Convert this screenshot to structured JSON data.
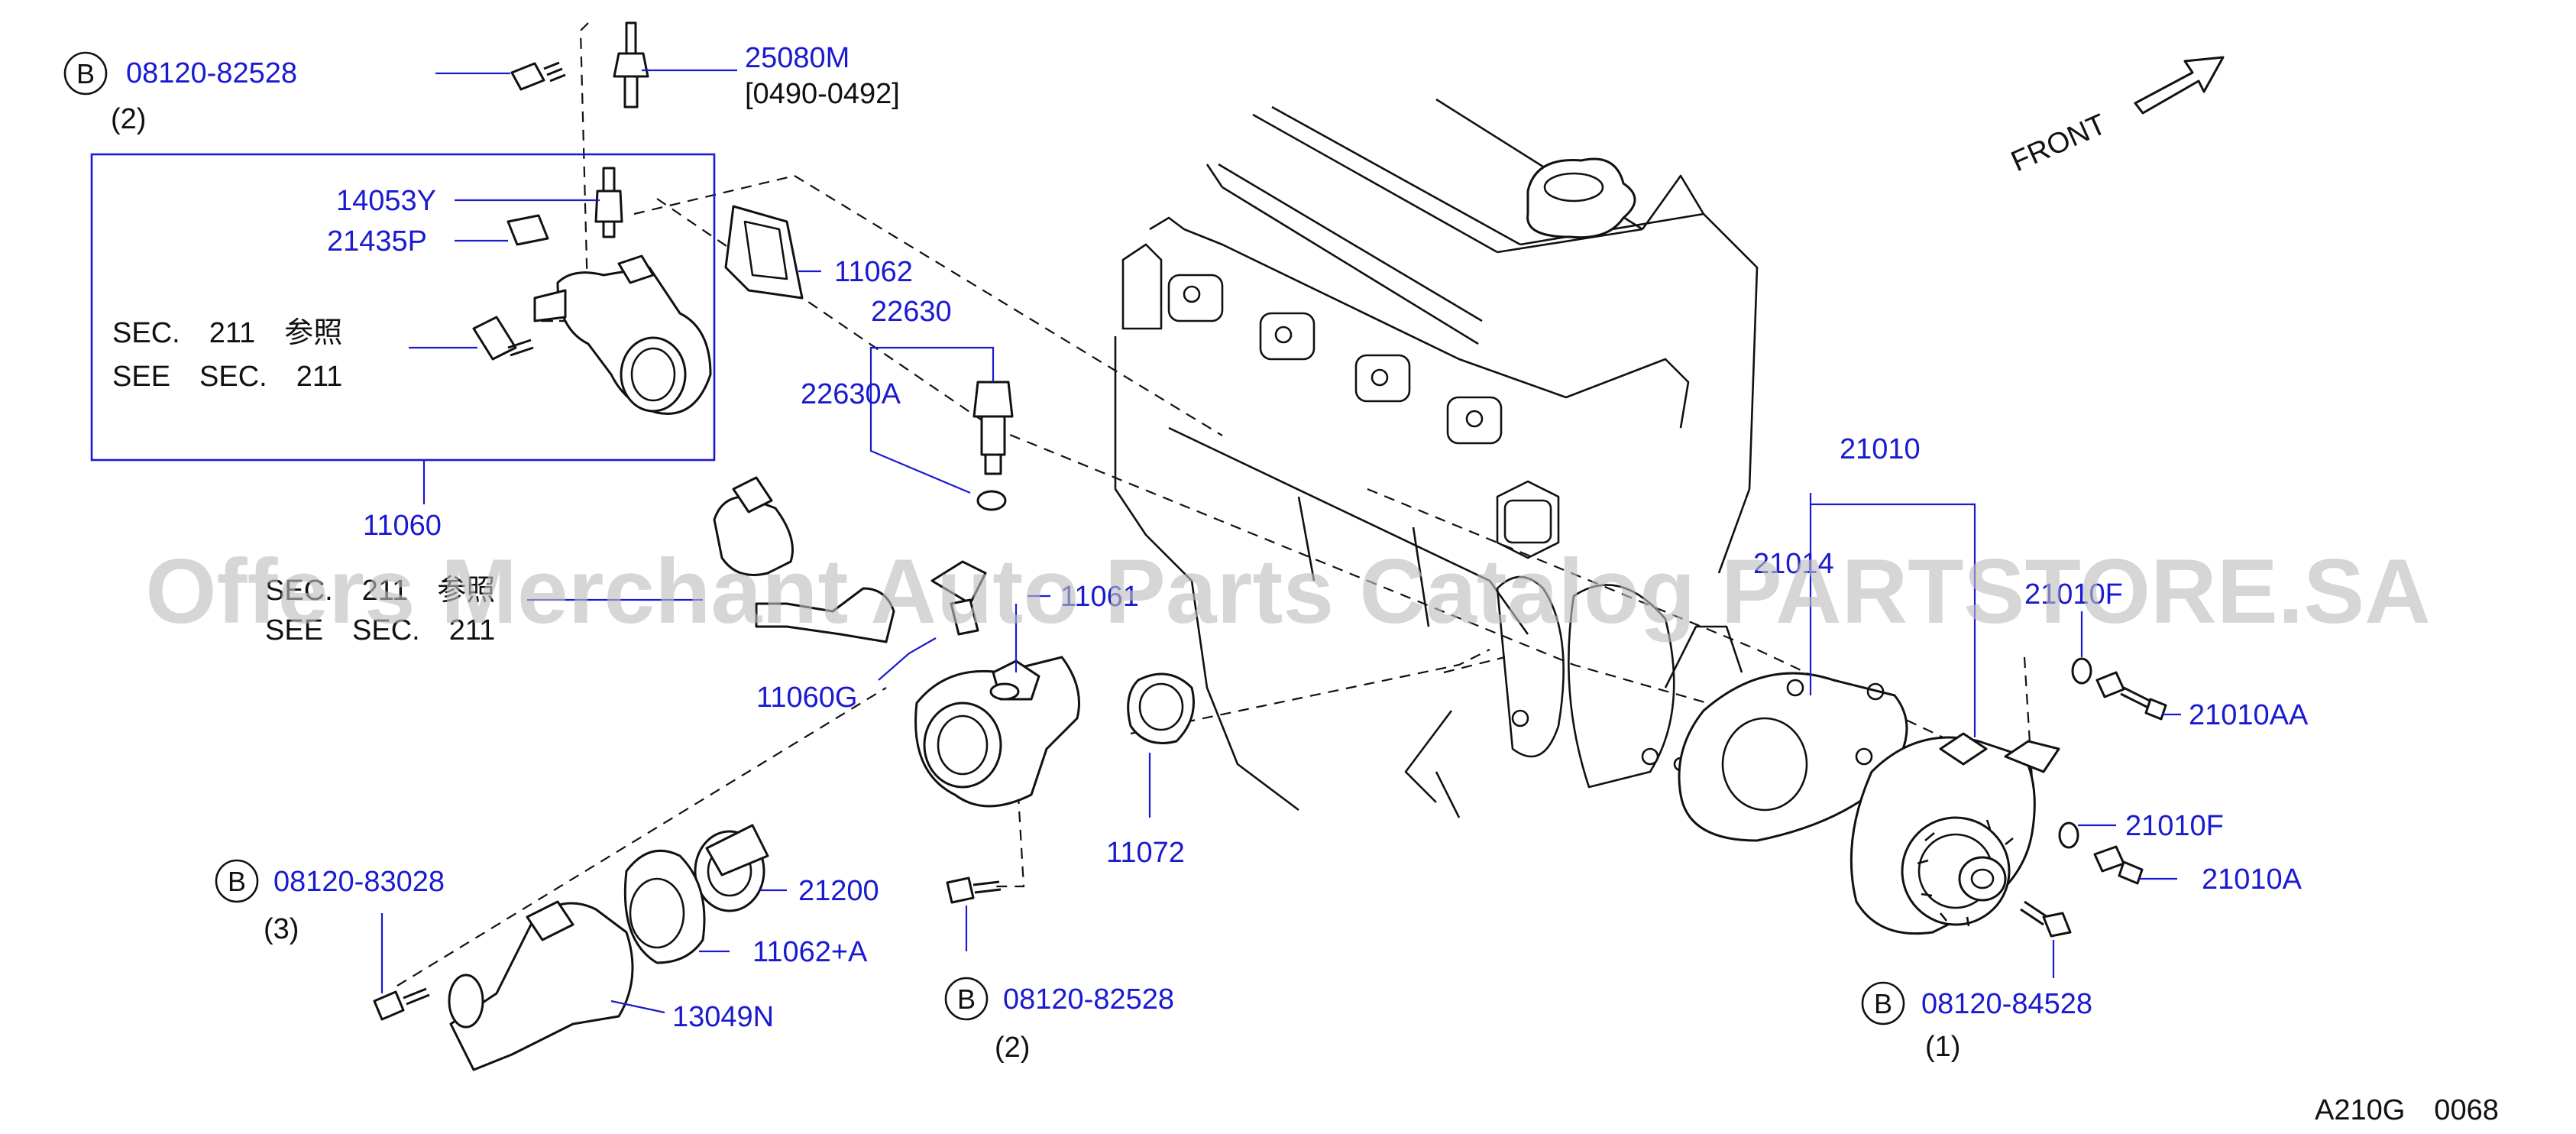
{
  "labels": {
    "p_08120_82528_top": "08120-82528",
    "q2_top": "(2)",
    "p_25080M": "25080M",
    "r_25080M": "[0490-0492]",
    "p_14053Y": "14053Y",
    "p_21435P": "21435P",
    "sec_jp_1": "SEC.　211　参照",
    "sec_en_1": "SEE　SEC.　211",
    "p_11062": "11062",
    "p_22630": "22630",
    "p_22630A": "22630A",
    "p_11060": "11060",
    "sec_jp_2": "SEC.　211　参照",
    "sec_en_2": "SEE　SEC.　211",
    "p_11061": "11061",
    "p_11060G": "11060G",
    "p_11072": "11072",
    "p_08120_83028": "08120-83028",
    "q3": "(3)",
    "p_21200": "21200",
    "p_11062A": "11062+A",
    "p_13049N": "13049N",
    "p_08120_82528_bot": "08120-82528",
    "q2_bot": "(2)",
    "p_21010": "21010",
    "p_21014": "21014",
    "p_21010F_top": "21010F",
    "p_21010AA": "21010AA",
    "p_21010F_bot": "21010F",
    "p_21010A": "21010A",
    "p_08120_84528": "08120-84528",
    "q1": "(1)",
    "front": "FRONT",
    "code": "A210G　0068",
    "b": "B"
  },
  "watermark": "Offers Merchant Auto Parts Catalog PARTSTORE.SA",
  "colors": {
    "part_number": "#1a1ad0",
    "line": "#111111",
    "watermark": "#bdbdbd"
  }
}
